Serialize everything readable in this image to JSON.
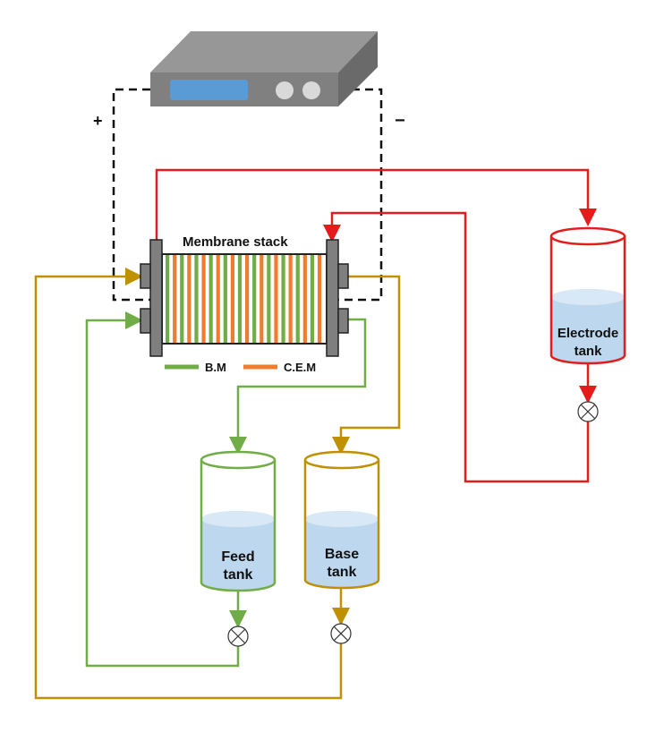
{
  "stack": {
    "title": "Membrane stack"
  },
  "legend": [
    {
      "label": "B.M",
      "color": "#70ad47"
    },
    {
      "label": "C.E.M",
      "color": "#ed7d31"
    }
  ],
  "polarity": {
    "positive": "+",
    "negative": "−"
  },
  "tanks": {
    "feed": {
      "line1": "Feed",
      "line2": "tank",
      "color": "#70ad47"
    },
    "base": {
      "line1": "Base",
      "line2": "tank",
      "color": "#bf9000"
    },
    "electrode": {
      "line1": "Electrode",
      "line2": "tank",
      "color": "#e51c1c"
    }
  },
  "colors": {
    "liquid": "#bdd7ee",
    "liquid_top": "#d9e8f6",
    "device": "#808080",
    "display": "#5b9bd5"
  }
}
